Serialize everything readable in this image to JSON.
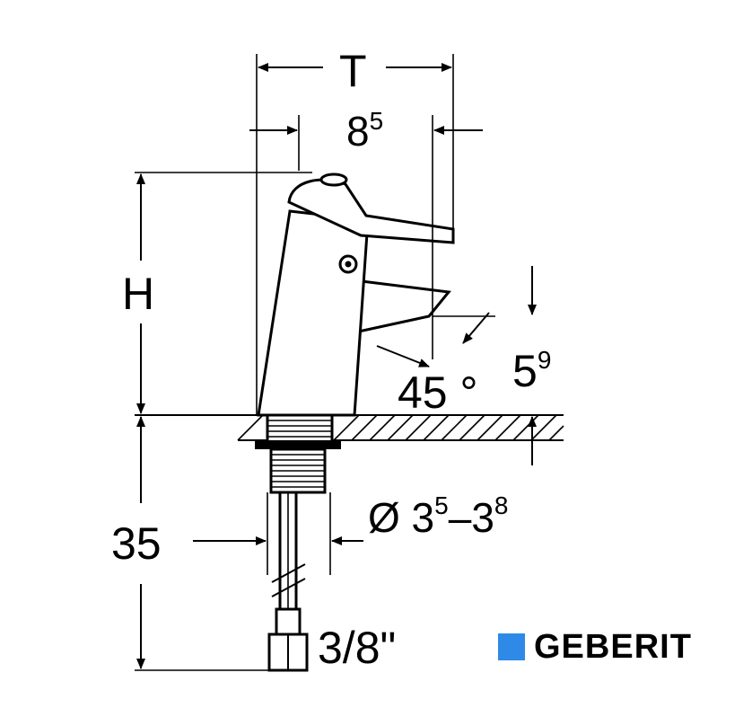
{
  "dimensions": {
    "width_label": "T",
    "lever_label": "8",
    "lever_sup": "5",
    "height_label": "H",
    "angle_label": "45 °",
    "spout_label": "5",
    "spout_sup": "9",
    "shank_label": "35",
    "diameter_label": "Ø 3",
    "diameter_sup1": "5",
    "diameter_dash": "–3",
    "diameter_sup2": "8",
    "connection_label": "3/8\""
  },
  "logo": {
    "text": "GEBERIT",
    "color": "#2e8ae6"
  }
}
